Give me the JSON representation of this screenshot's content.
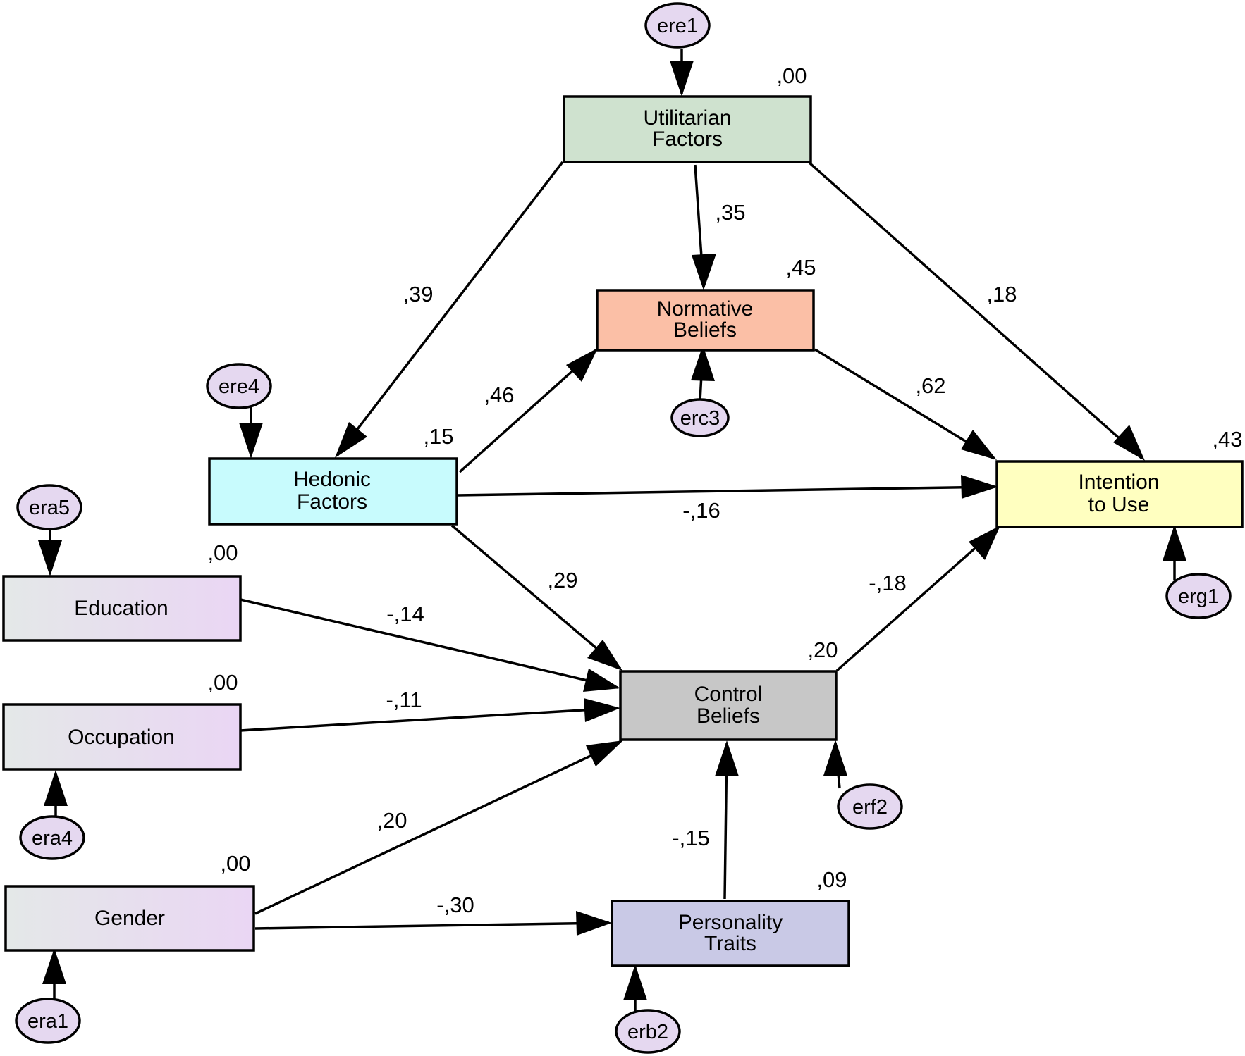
{
  "colors": {
    "utilitarian": "#cfe2cf",
    "normative": "#fbbfa6",
    "hedonic": "#c8fbfd",
    "intention": "#ffffc0",
    "control": "#c7c7c7",
    "personality": "#c9c9e6",
    "demographic_from": "#e4e8e8",
    "demographic_to": "#ead6f4",
    "error_fill": "#e5d8f0",
    "line": "#000000"
  },
  "nodes": {
    "utilitarian": {
      "lines": [
        "Utilitarian",
        "Factors"
      ],
      "r2": ",00"
    },
    "normative": {
      "lines": [
        "Normative",
        "Beliefs"
      ],
      "r2": ",45"
    },
    "hedonic": {
      "lines": [
        "Hedonic",
        "Factors"
      ],
      "r2": ",15"
    },
    "intention": {
      "lines": [
        "Intention",
        "to Use"
      ],
      "r2": ",43"
    },
    "education": {
      "lines": [
        "Education"
      ],
      "r2": ",00"
    },
    "occupation": {
      "lines": [
        "Occupation"
      ],
      "r2": ",00"
    },
    "gender": {
      "lines": [
        "Gender"
      ],
      "r2": ",00"
    },
    "control": {
      "lines": [
        "Control",
        "Beliefs"
      ],
      "r2": ",20"
    },
    "personality": {
      "lines": [
        "Personality",
        "Traits"
      ],
      "r2": ",09"
    }
  },
  "errors": {
    "ere1": "ere1",
    "ere4": "ere4",
    "erc3": "erc3",
    "era5": "era5",
    "era4": "era4",
    "era1": "era1",
    "erf2": "erf2",
    "erg1": "erg1",
    "erb2": "erb2"
  },
  "paths": {
    "util_norm": ",35",
    "util_hed": ",39",
    "util_int": ",18",
    "hed_norm": ",46",
    "norm_int": ",62",
    "hed_int": "-,16",
    "hed_ctrl": ",29",
    "ctrl_int": "-,18",
    "edu_ctrl": "-,14",
    "occ_ctrl": "-,11",
    "gen_ctrl": ",20",
    "gen_pers": "-,30",
    "pers_ctrl": "-,15"
  }
}
